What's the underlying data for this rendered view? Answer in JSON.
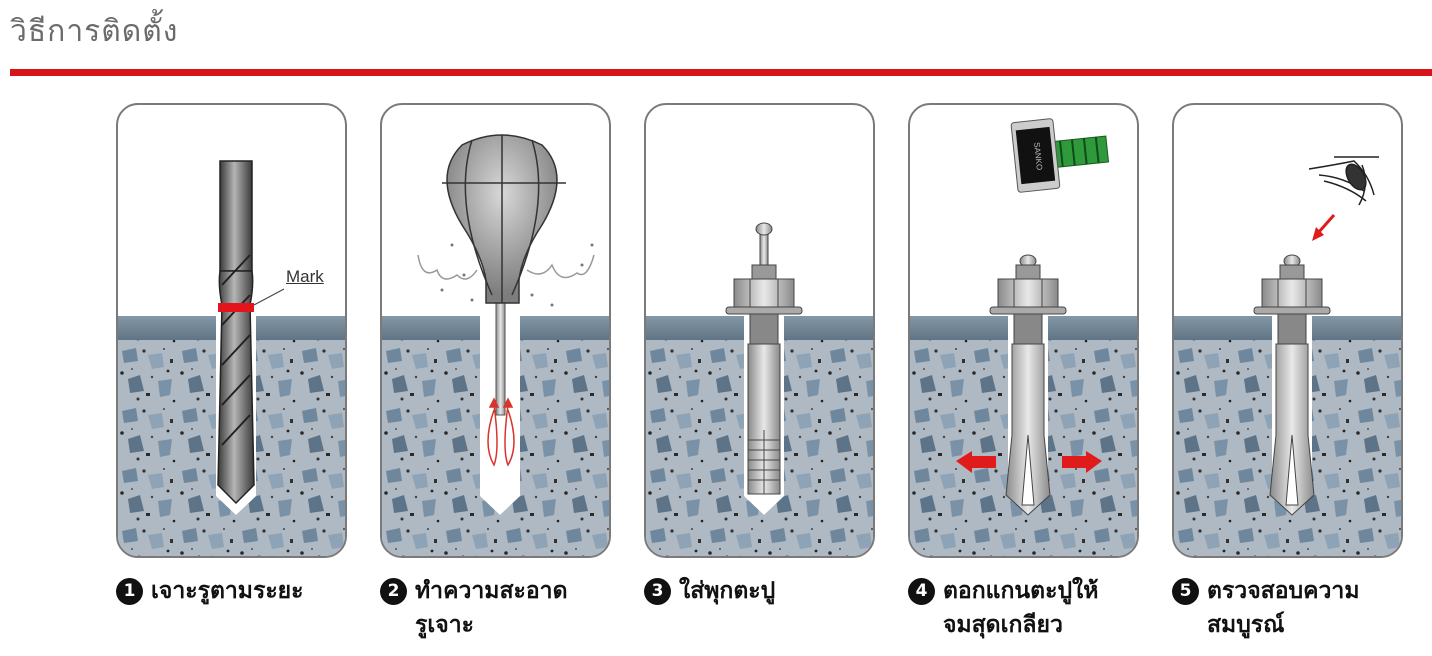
{
  "header": {
    "title": "วิธีการติดตั้ง",
    "accent_color": "#d7141a"
  },
  "steps": [
    {
      "number": "1",
      "label": "เจาะรูตามระยะ",
      "illustration": "drill-bit-in-concrete",
      "annotation": "Mark"
    },
    {
      "number": "2",
      "label": "ทำความสะอาด\nรูเจาะ",
      "illustration": "blower-bulb-cleaning-hole"
    },
    {
      "number": "3",
      "label": "ใส่พุกตะปู",
      "illustration": "anchor-inserted-in-hole"
    },
    {
      "number": "4",
      "label": "ตอกแกนตะปูให้\nจมสุดเกลียว",
      "illustration": "hammer-driving-anchor-expansion",
      "hammer_brand": "SANKO"
    },
    {
      "number": "5",
      "label": "ตรวจสอบความ\nสมบูรณ์",
      "illustration": "eye-inspecting-anchor"
    }
  ],
  "colors": {
    "panel_border": "#7a7a7a",
    "steel_plate": "#6f8595",
    "concrete": "#a9b4c0",
    "arrow_red": "#e01b1b",
    "hammer_green": "#2e9a3c"
  }
}
